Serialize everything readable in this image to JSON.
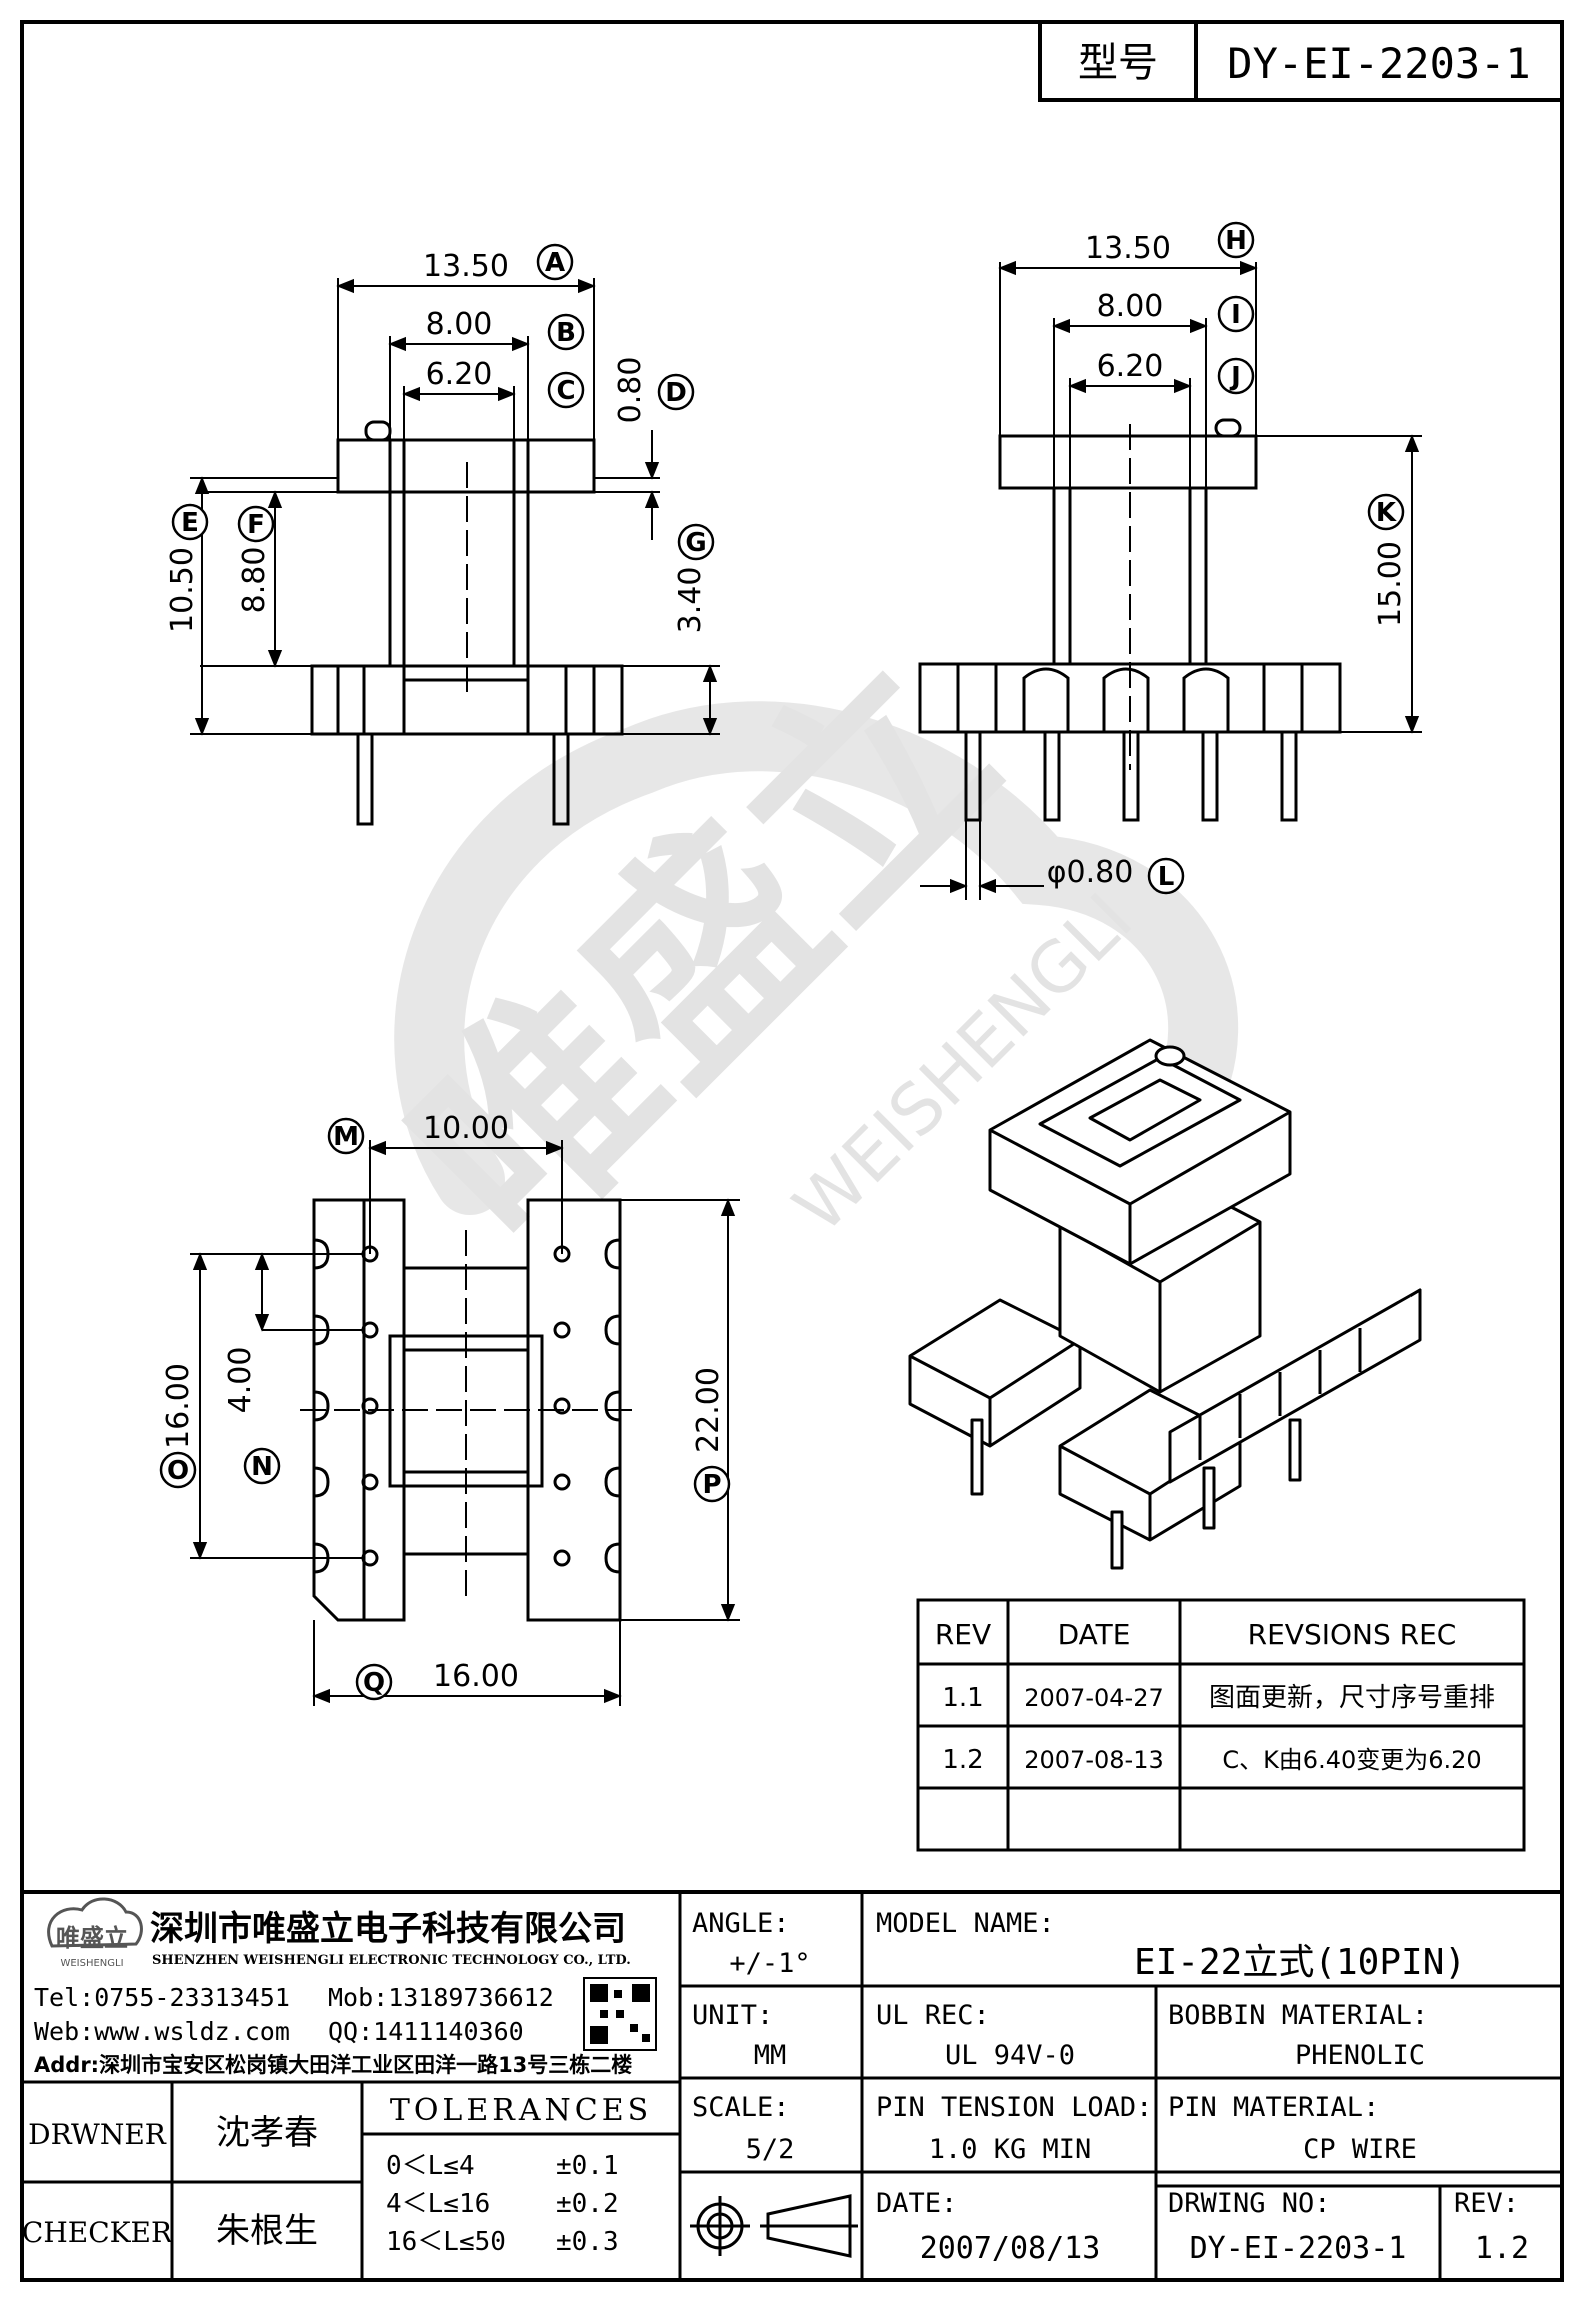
{
  "header": {
    "model_label": "型号",
    "model_no": "DY-EI-2203-1"
  },
  "dims": {
    "A": "13.50",
    "B": "8.00",
    "C": "6.20",
    "D": "0.80",
    "E": "10.50",
    "F": "8.80",
    "G": "3.40",
    "H": "13.50",
    "I": "8.00",
    "J": "6.20",
    "K": "15.00",
    "L": "φ0.80",
    "M": "10.00",
    "N": "4.00",
    "O": "16.00",
    "P": "22.00",
    "Q": "16.00"
  },
  "callouts": [
    "A",
    "B",
    "C",
    "D",
    "E",
    "F",
    "G",
    "H",
    "I",
    "J",
    "K",
    "L",
    "M",
    "N",
    "O",
    "P",
    "Q"
  ],
  "watermark": {
    "brand_cn": "唯盛立",
    "brand_en": "WEISHENGLI"
  },
  "revisions": {
    "headers": [
      "REV",
      "DATE",
      "REVSIONS REC"
    ],
    "rows": [
      {
        "rev": "1.1",
        "date": "2007-04-27",
        "rec": "图面更新，尺寸序号重排"
      },
      {
        "rev": "1.2",
        "date": "2007-08-13",
        "rec": "C、K由6.40变更为6.20"
      },
      {
        "rev": "",
        "date": "",
        "rec": ""
      }
    ]
  },
  "company": {
    "logo_text": "唯盛立",
    "logo_sub": "WEISHENGLI",
    "name_cn": "深圳市唯盛立电子科技有限公司",
    "name_en": "SHENZHEN WEISHENGLI ELECTRONIC TECHNOLOGY CO., LTD.",
    "tel": "Tel:0755-23313451",
    "mob": "Mob:13189736612",
    "web": "Web:www.wsldz.com",
    "qq": "QQ:1411140360",
    "addr": "Addr:深圳市宝安区松岗镇大田洋工业区田洋一路13号三栋二楼"
  },
  "titleblock": {
    "angle_label": "ANGLE:",
    "angle_value": "+/-1°",
    "model_name_label": "MODEL NAME:",
    "model_name_value": "EI-22立式(10PIN)",
    "unit_label": "UNIT:",
    "unit_value": "MM",
    "ul_label": "UL REC:",
    "ul_value": "UL 94V-0",
    "bobbin_label": "BOBBIN MATERIAL:",
    "bobbin_value": "PHENOLIC",
    "scale_label": "SCALE:",
    "scale_value": "5/2",
    "pin_tension_label": "PIN TENSION LOAD:",
    "pin_tension_value": "1.0 KG MIN",
    "pin_material_label": "PIN MATERIAL:",
    "pin_material_value": "CP WIRE",
    "date_label": "DATE:",
    "date_value": "2007/08/13",
    "drawing_no_label": "DRWING NO:",
    "drawing_no_value": "DY-EI-2203-1",
    "rev_label": "REV:",
    "rev_value": "1.2",
    "drawer_label": "DRWNER",
    "drawer_name": "沈孝春",
    "checker_label": "CHECKER",
    "checker_name": "朱根生",
    "tolerances_label": "TOLERANCES",
    "tolerances": [
      {
        "range": "0＜L≤4",
        "tol": "±0.1"
      },
      {
        "range": "4＜L≤16",
        "tol": "±0.2"
      },
      {
        "range": "16＜L≤50",
        "tol": "±0.3"
      }
    ]
  }
}
